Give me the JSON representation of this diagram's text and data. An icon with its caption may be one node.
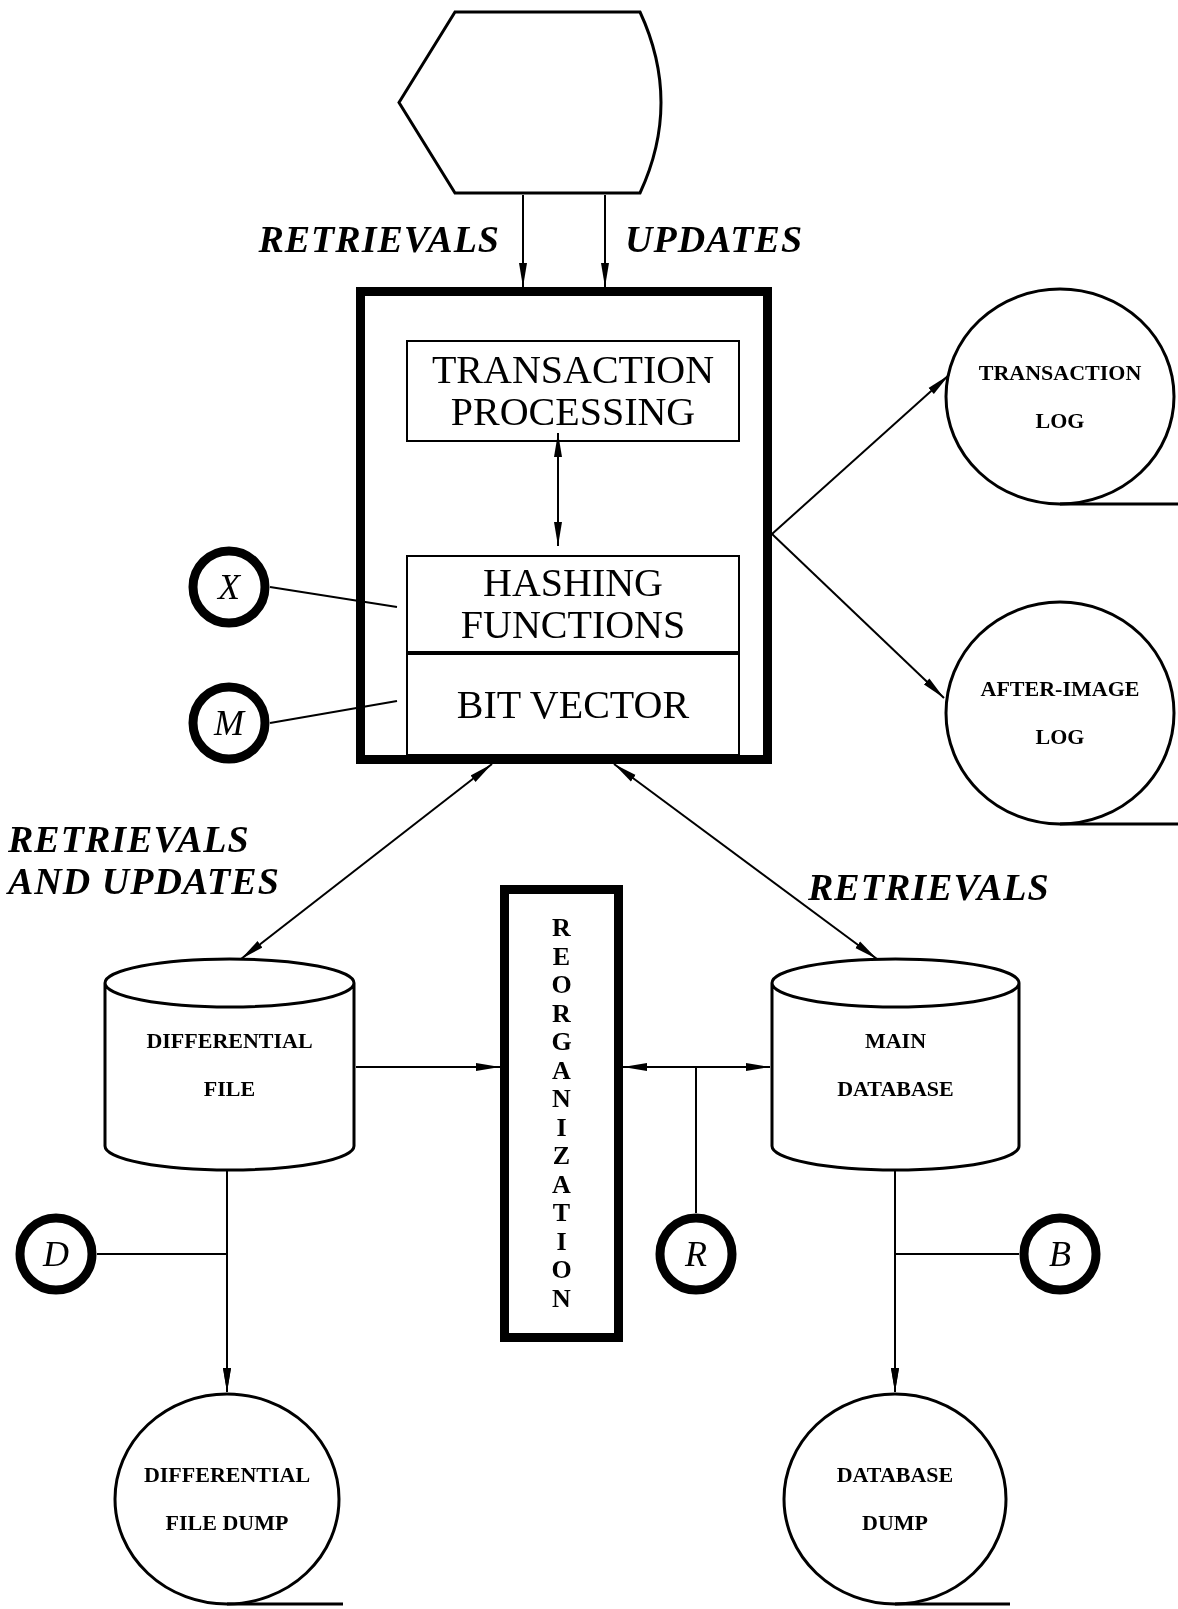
{
  "diagram": {
    "nodes": [
      {
        "text": [],
        "shape": "display"
      },
      {
        "text": [],
        "shape": "box"
      },
      {
        "text": [
          "TRANSACTION PROCESSING"
        ],
        "in": 1
      },
      {
        "text": [
          "HASHING FUNCTIONS"
        ],
        "in": 1
      },
      {
        "text": [
          "BIT VECTOR"
        ],
        "in": 1
      },
      {
        "text": [
          "TRANSACTION LOG"
        ]
      },
      {
        "text": [
          "AFTER-IMAGE LOG"
        ]
      },
      {
        "text": [
          "X"
        ]
      },
      {
        "text": [
          "M"
        ]
      },
      {
        "text": [
          "DIFFERENTIAL FILE"
        ]
      },
      {
        "text": [
          "REORGANIZATION"
        ]
      },
      {
        "text": [
          "MAIN DATABASE"
        ]
      },
      {
        "text": [
          "D"
        ]
      },
      {
        "text": [
          "R"
        ]
      },
      {
        "text": [
          "B"
        ]
      },
      {
        "text": [
          "DIFFERENTIAL FILE DUMP"
        ]
      },
      {
        "text": [
          "DATABASE DUMP"
        ]
      }
    ],
    "edges": [
      {
        "from": 0,
        "to": 1,
        "arrow": "to",
        "label": "RETRIEVALS"
      },
      {
        "from": 0,
        "to": 1,
        "arrow": "to",
        "label": "UPDATES"
      },
      {
        "from": 2,
        "to": 3,
        "arrow": "both"
      },
      {
        "from": 1,
        "to": 5,
        "arrow": "to"
      },
      {
        "from": 1,
        "to": 6,
        "arrow": "to"
      },
      {
        "from": 7,
        "to": 3,
        "arrow": "none"
      },
      {
        "from": 8,
        "to": 4,
        "arrow": "none"
      },
      {
        "from": 1,
        "to": 9,
        "arrow": "both",
        "label": "RETRIEVALS AND UPDATES"
      },
      {
        "from": 1,
        "to": 11,
        "arrow": "both",
        "label": "RETRIEVALS"
      },
      {
        "from": 9,
        "to": 10,
        "arrow": "to"
      },
      {
        "from": 13,
        "to": 10,
        "arrow": "to"
      },
      {
        "from": 13,
        "to": 11,
        "arrow": "to"
      },
      {
        "from": 9,
        "to": 15,
        "arrow": "to"
      },
      {
        "from": 12,
        "to": 15,
        "arrow": "to"
      },
      {
        "from": 11,
        "to": 16,
        "arrow": "to"
      },
      {
        "from": 14,
        "to": 16,
        "arrow": "to"
      }
    ]
  }
}
